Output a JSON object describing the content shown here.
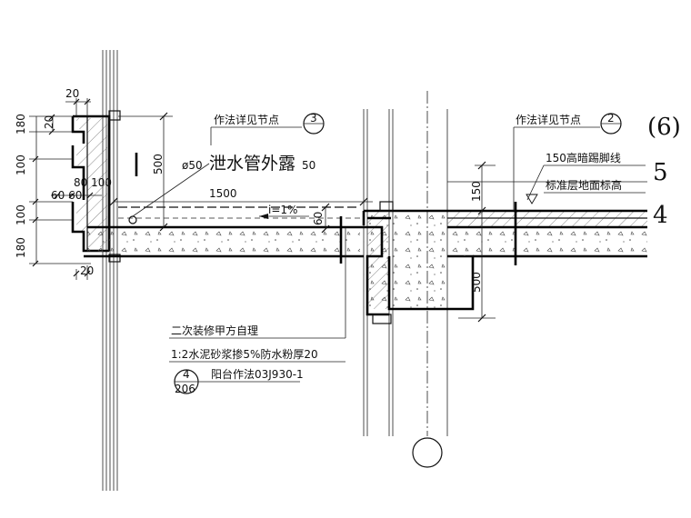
{
  "dimensions": {
    "d20_top": "20",
    "d20_side": "20",
    "d180_top": "180",
    "d100_upper": "100",
    "d80_100": "80 100",
    "d60_60": "60 60",
    "d100_lower": "100",
    "d180_lower": "180",
    "d20_bottom": "20",
    "d500_left": "500",
    "d1500": "1500",
    "d60_step": "60",
    "d150": "150",
    "d500_right": "500",
    "slope": "i=1%"
  },
  "annotations": {
    "ref_left": "作法详见节点",
    "ref_left_num": "3",
    "ref_right": "作法详见节点",
    "ref_right_num": "2",
    "drain_pipe": "泄水管外露",
    "pipe_dia_left": "ø50",
    "pipe_dia_right": "50",
    "skirting": "150高暗踢脚线",
    "floor_level": "标准层地面标高",
    "finish_1": "二次装修甲方自理",
    "finish_2": "1:2水泥砂浆掺5%防水粉厚20",
    "balcony_num": "4",
    "balcony_page": "206",
    "balcony_method": "阳台作法03J930-1"
  },
  "axes": {
    "axis_6": "(6)",
    "axis_5": "5",
    "axis_4": "4"
  }
}
